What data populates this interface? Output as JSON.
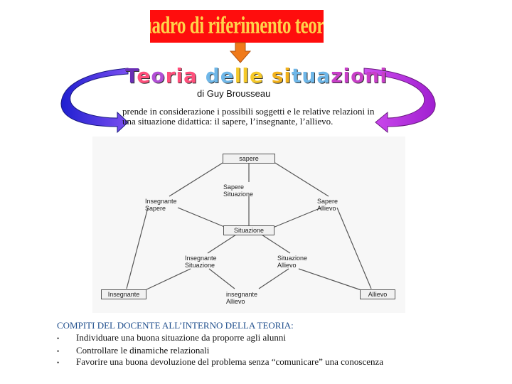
{
  "header": {
    "title": "Quadro di riferimento teorico",
    "subtitle_letters": [
      {
        "ch": "T",
        "color": "#6a2fb5"
      },
      {
        "ch": "e",
        "color": "#ff4f7b"
      },
      {
        "ch": "o",
        "color": "#b24fd6"
      },
      {
        "ch": "r",
        "color": "#ff4f7b"
      },
      {
        "ch": "i",
        "color": "#ff4f7b"
      },
      {
        "ch": "a",
        "color": "#ff4f7b"
      },
      {
        "ch": " ",
        "color": "#000000"
      },
      {
        "ch": "d",
        "color": "#6fb7e8"
      },
      {
        "ch": "e",
        "color": "#6fb7e8"
      },
      {
        "ch": "l",
        "color": "#f5c92a"
      },
      {
        "ch": "l",
        "color": "#f5c92a"
      },
      {
        "ch": "e",
        "color": "#f5c92a"
      },
      {
        "ch": " ",
        "color": "#000000"
      },
      {
        "ch": "s",
        "color": "#f2b21c"
      },
      {
        "ch": "i",
        "color": "#f2b21c"
      },
      {
        "ch": "t",
        "color": "#6fb7e8"
      },
      {
        "ch": "u",
        "color": "#6fb7e8"
      },
      {
        "ch": "a",
        "color": "#6fb7e8"
      },
      {
        "ch": "z",
        "color": "#c83fc8"
      },
      {
        "ch": "i",
        "color": "#c83fc8"
      },
      {
        "ch": "o",
        "color": "#c83fc8"
      },
      {
        "ch": "n",
        "color": "#c83fc8"
      },
      {
        "ch": "i",
        "color": "#c83fc8"
      }
    ],
    "author": "di Guy Brousseau",
    "description": "prende in considerazione i possibili soggetti e le relative relazioni in una situazione didattica: il sapere, l’insegnante, l’allievo."
  },
  "diagram": {
    "sapere": "sapere",
    "sapere_situazione": [
      "Sapere",
      "Situazione"
    ],
    "insegnante_sapere": [
      "Insegnante",
      "Sapere"
    ],
    "sapere_allievo": [
      "Sapere",
      "Allievo"
    ],
    "situazione": "Situazione",
    "insegnante_situazione": [
      "Insegnante",
      "Situazione"
    ],
    "situazione_allievo": [
      "Situazione",
      "Allievo"
    ],
    "insegnante": "Insegnante",
    "insegnante_allievo": [
      "insegnante",
      "Allievo"
    ],
    "allievo": "Allievo"
  },
  "colors": {
    "title_bg": "#ff0d0d",
    "title_text": "#ffd24a",
    "arrow_orange": "#f07a1a",
    "arrow_left": "#3a2fd6",
    "arrow_right": "#c92fd6",
    "heading_blue": "#1f4e8c"
  },
  "tasks": {
    "heading": "COMPITI DEL DOCENTE ALL’INTERNO DELLA TEORIA:",
    "bullet": "•",
    "items": [
      "Individuare una buona situazione da proporre agli alunni",
      "Controllare le dinamiche relazionali",
      "Favorire una buona devoluzione del problema senza “comunicare” una conoscenza"
    ]
  }
}
